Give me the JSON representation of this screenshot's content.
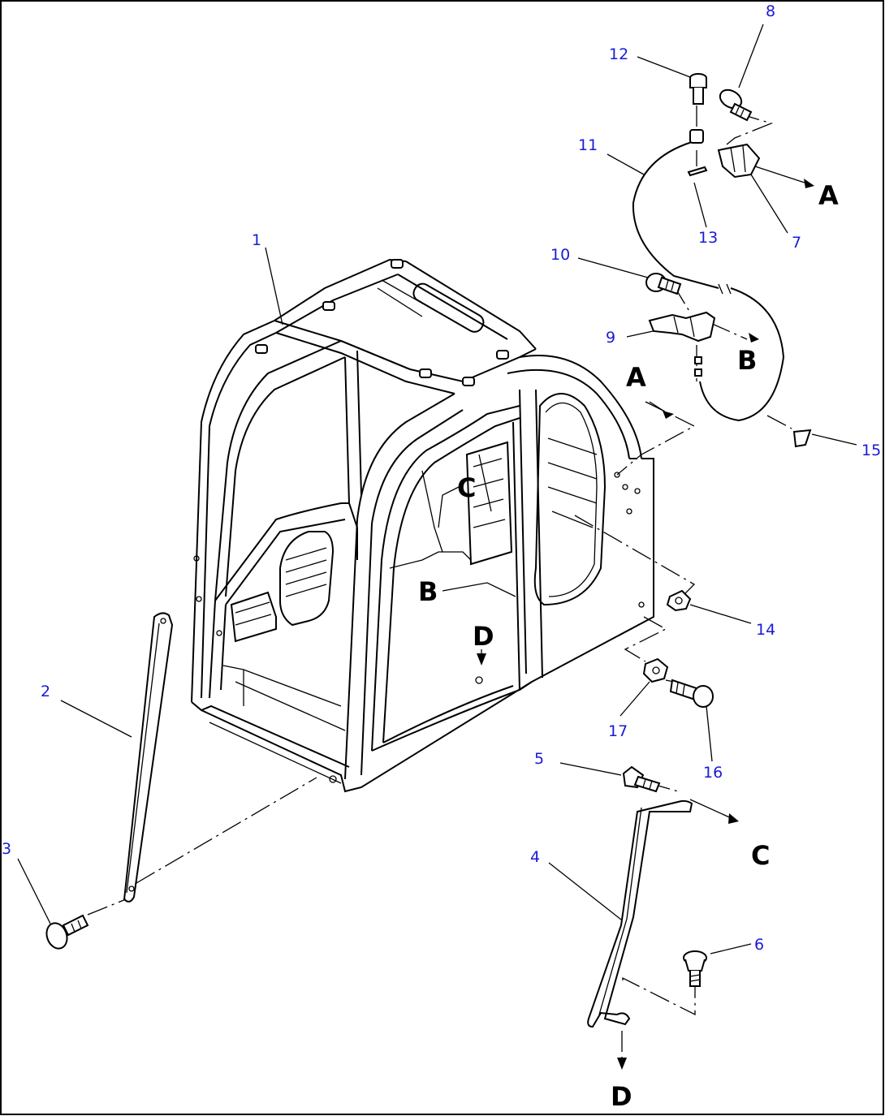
{
  "diagram": {
    "part_numbers": [
      "1",
      "2",
      "3",
      "4",
      "5",
      "6",
      "7",
      "8",
      "9",
      "10",
      "11",
      "12",
      "13",
      "14",
      "15",
      "16",
      "17"
    ],
    "reference_letters": [
      "A",
      "B",
      "C",
      "D"
    ]
  }
}
